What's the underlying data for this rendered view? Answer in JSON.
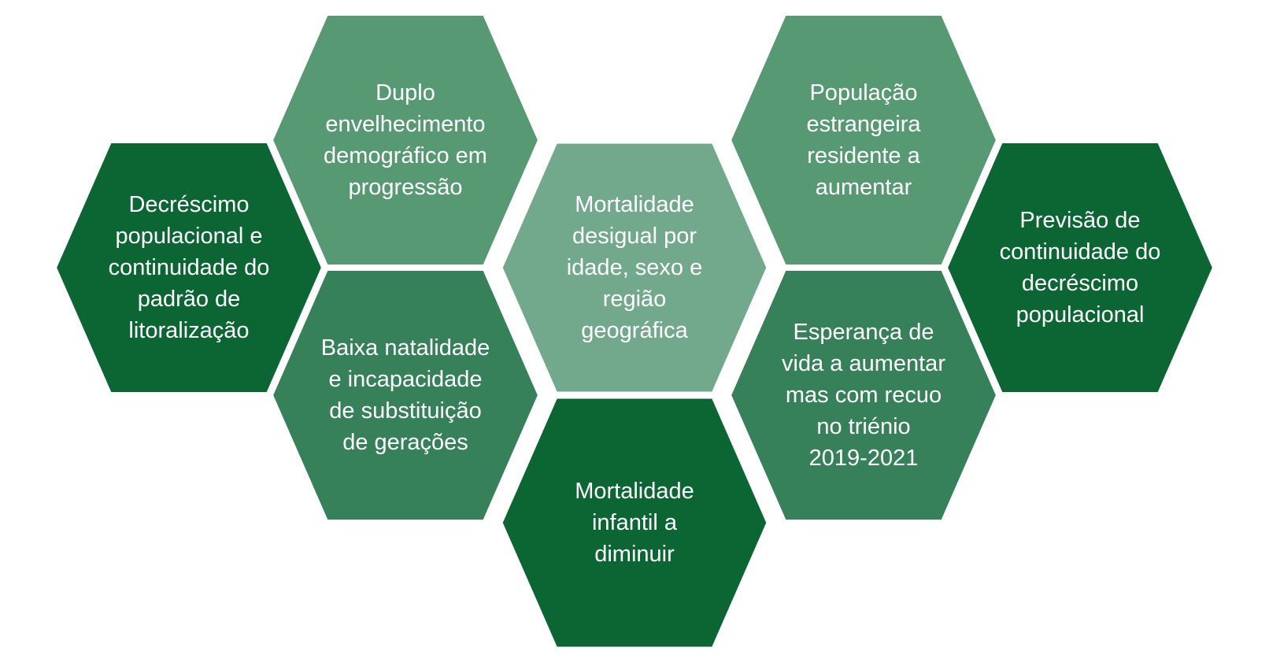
{
  "diagram": {
    "title": "Demographic trends hexagon diagram",
    "background_color": "#ffffff",
    "divider_color": "#ffffff",
    "text_color": "#ffffff",
    "palette": {
      "dark_green": "#0B6634",
      "medium_dark_green": "#36805A",
      "medium_green": "#579973",
      "light_green": "#72A98C"
    },
    "hexagons": [
      {
        "id": "decrescimo-populacional",
        "tone": "dark_green",
        "color": "#0B6634",
        "label": "Decréscimo\npopulacional e\ncontinuidade do\npadrão de\nlitoralização"
      },
      {
        "id": "previsao-decrescimo",
        "tone": "dark_green",
        "color": "#0B6634",
        "label": "Previsão de\ncontinuidade do\ndecréscimo\npopulacional"
      },
      {
        "id": "duplo-envelhecimento",
        "tone": "medium_green",
        "color": "#579973",
        "label": "Duplo\nenvelhecimento\ndemográfico em\nprogressão"
      },
      {
        "id": "populacao-estrangeira",
        "tone": "medium_green",
        "color": "#579973",
        "label": "População\nestrangeira\nresidente a\naumentar"
      },
      {
        "id": "baixa-natalidade",
        "tone": "medium_dark_green",
        "color": "#36805A",
        "label": "Baixa natalidade\ne incapacidade\nde substituição\nde gerações"
      },
      {
        "id": "esperanca-de-vida",
        "tone": "medium_dark_green",
        "color": "#36805A",
        "label": "Esperança de\nvida a aumentar\nmas com recuo\nno triénio\n2019-2021"
      },
      {
        "id": "mortalidade-desigual",
        "tone": "light_green",
        "color": "#72A98C",
        "label": "Mortalidade\ndesigual por\nidade, sexo e\nregião\ngeográfica"
      },
      {
        "id": "mortalidade-infantil",
        "tone": "dark_green",
        "color": "#0B6634",
        "label": "Mortalidade\ninfantil a\ndiminuir"
      }
    ]
  }
}
